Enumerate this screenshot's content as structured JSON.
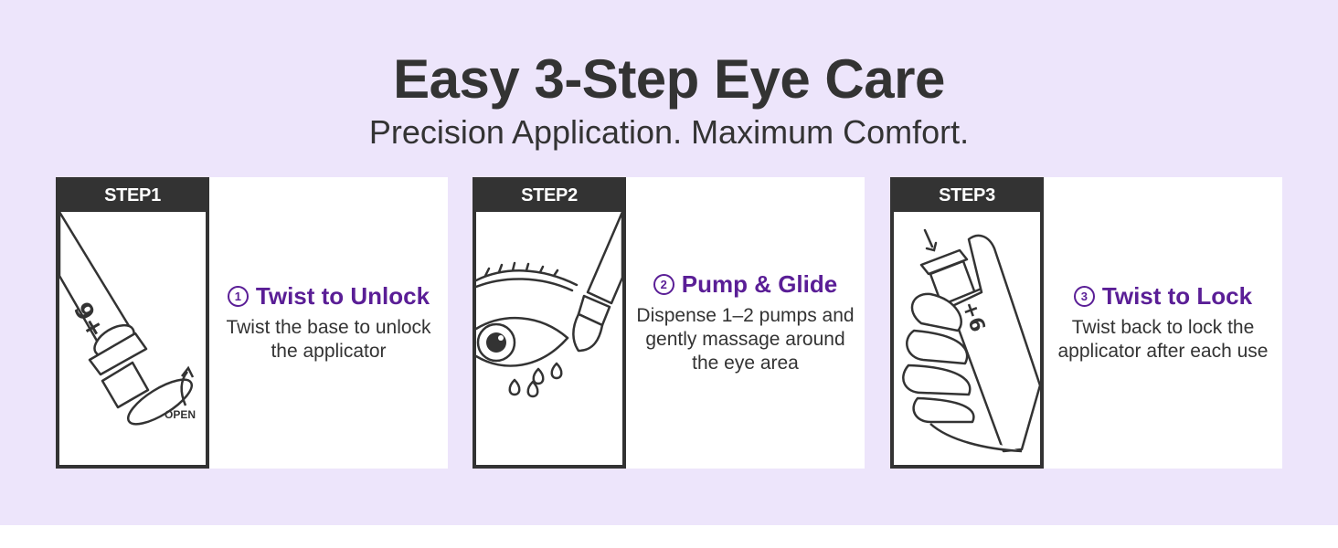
{
  "header": {
    "title": "Easy 3-Step Eye Care",
    "subtitle": "Precision Application. Maximum Comfort."
  },
  "steps": [
    {
      "label": "STEP1",
      "number": "1",
      "heading": "Twist to Unlock",
      "description": "Twist the base to unlock the applicator",
      "illustration_text": "OPEN",
      "illustration_icon": "twist-unlock-illustration"
    },
    {
      "label": "STEP2",
      "number": "2",
      "heading": "Pump & Glide",
      "description": "Dispense 1–2 pumps and gently massage around the eye area",
      "illustration_icon": "eye-applicator-illustration"
    },
    {
      "label": "STEP3",
      "number": "3",
      "heading": "Twist to Lock",
      "description": "Twist back to lock the applicator after each use",
      "illustration_icon": "hand-lock-illustration"
    }
  ],
  "colors": {
    "background": "#ede5fb",
    "accent": "#5a1e96",
    "frame": "#333333",
    "text": "#333333"
  }
}
